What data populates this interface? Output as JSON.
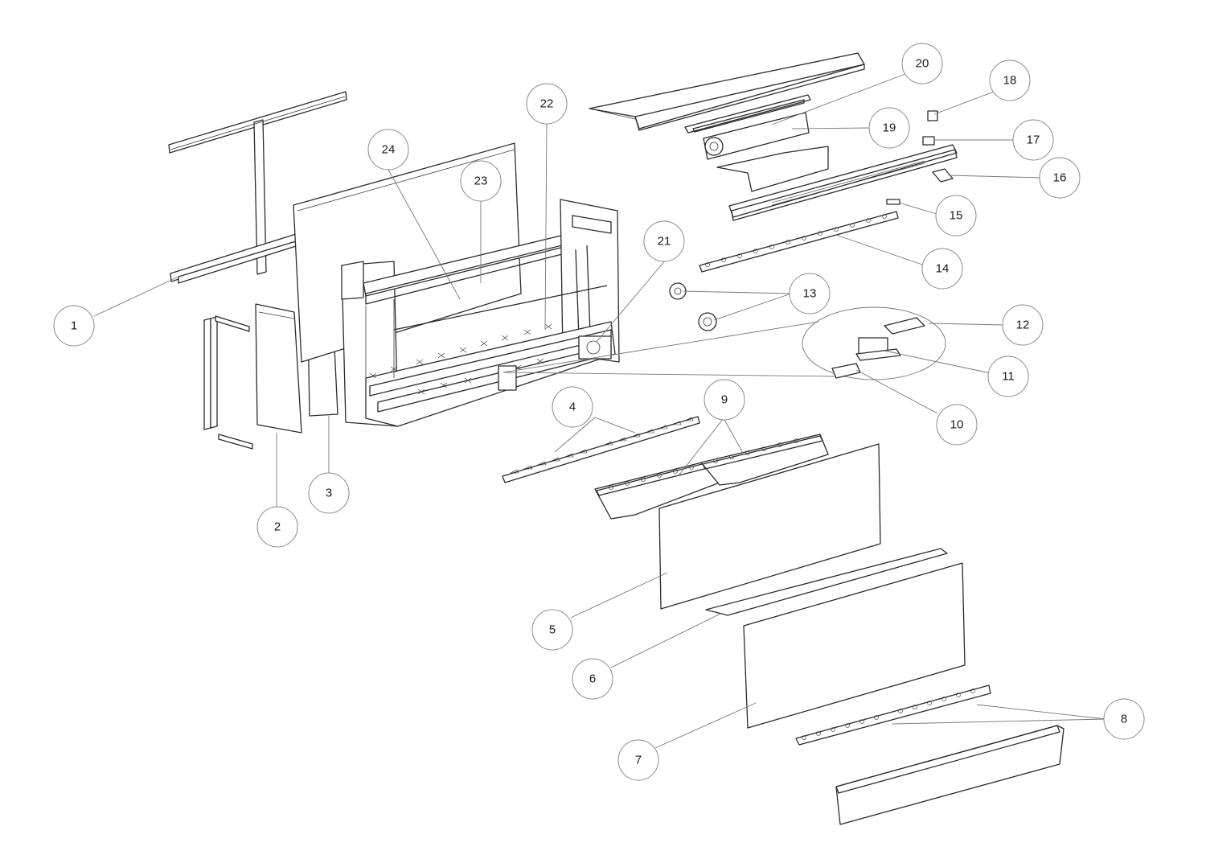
{
  "callouts": [
    {
      "label": "1"
    },
    {
      "label": "2"
    },
    {
      "label": "3"
    },
    {
      "label": "4"
    },
    {
      "label": "5"
    },
    {
      "label": "6"
    },
    {
      "label": "7"
    },
    {
      "label": "8"
    },
    {
      "label": "9"
    },
    {
      "label": "10"
    },
    {
      "label": "11"
    },
    {
      "label": "12"
    },
    {
      "label": "13"
    },
    {
      "label": "14"
    },
    {
      "label": "15"
    },
    {
      "label": "16"
    },
    {
      "label": "17"
    },
    {
      "label": "18"
    },
    {
      "label": "19"
    },
    {
      "label": "20"
    },
    {
      "label": "21"
    },
    {
      "label": "22"
    },
    {
      "label": "23"
    },
    {
      "label": "24"
    }
  ]
}
